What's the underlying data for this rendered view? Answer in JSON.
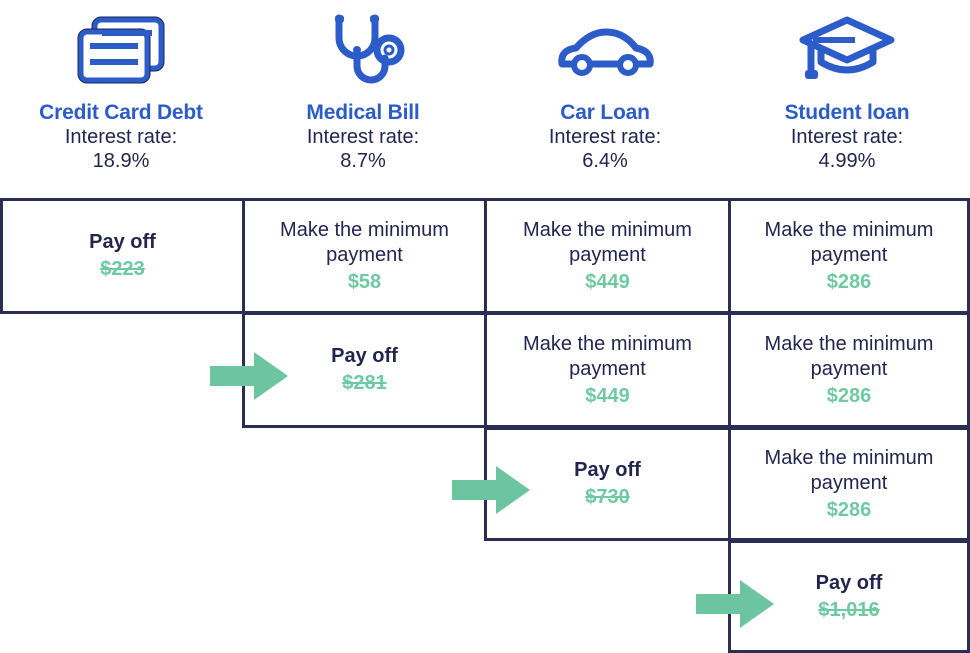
{
  "headers": [
    {
      "icon": "credit-card-icon",
      "title": "Credit Card Debt",
      "rate_label": "Interest rate:",
      "rate_value": "18.9%"
    },
    {
      "icon": "stethoscope-icon",
      "title": "Medical Bill",
      "rate_label": "Interest rate:",
      "rate_value": "8.7%"
    },
    {
      "icon": "car-icon",
      "title": "Car Loan",
      "rate_label": "Interest rate:",
      "rate_value": "6.4%"
    },
    {
      "icon": "graduation-cap-icon",
      "title": "Student loan",
      "rate_label": "Interest rate:",
      "rate_value": "4.99%"
    }
  ],
  "rows": [
    {
      "arrow": null,
      "cells": [
        {
          "column": "Credit Card Debt",
          "action": "Pay off",
          "amount": "$223",
          "struck": true,
          "type": "payoff"
        },
        {
          "column": "Medical Bill",
          "action": "Make the minimum payment",
          "amount": "$58",
          "struck": false,
          "type": "minimum"
        },
        {
          "column": "Car Loan",
          "action": "Make the minimum payment",
          "amount": "$449",
          "struck": false,
          "type": "minimum"
        },
        {
          "column": "Student loan",
          "action": "Make the minimum payment",
          "amount": "$286",
          "struck": false,
          "type": "minimum"
        }
      ]
    },
    {
      "arrow": "arrow-to-medical-bill",
      "cells": [
        {
          "column": "Medical Bill",
          "action": "Pay off",
          "amount": "$281",
          "struck": true,
          "type": "payoff"
        },
        {
          "column": "Car Loan",
          "action": "Make the minimum payment",
          "amount": "$449",
          "struck": false,
          "type": "minimum"
        },
        {
          "column": "Student loan",
          "action": "Make the minimum payment",
          "amount": "$286",
          "struck": false,
          "type": "minimum"
        }
      ]
    },
    {
      "arrow": "arrow-to-car-loan",
      "cells": [
        {
          "column": "Car Loan",
          "action": "Pay off",
          "amount": "$730",
          "struck": true,
          "type": "payoff"
        },
        {
          "column": "Student loan",
          "action": "Make the minimum payment",
          "amount": "$286",
          "struck": false,
          "type": "minimum"
        }
      ]
    },
    {
      "arrow": "arrow-to-student-loan",
      "cells": [
        {
          "column": "Student loan",
          "action": "Pay off",
          "amount": "$1,016",
          "struck": true,
          "type": "payoff"
        }
      ]
    }
  ],
  "colors": {
    "title_blue": "#2b5cc8",
    "text_navy": "#22264f",
    "border_navy": "#2b2d55",
    "amount_green": "#6fc9a3",
    "arrow_green": "#6cc4a1",
    "icon_blue": "#2b5cc8",
    "icon_shadow": "#1f2352"
  }
}
